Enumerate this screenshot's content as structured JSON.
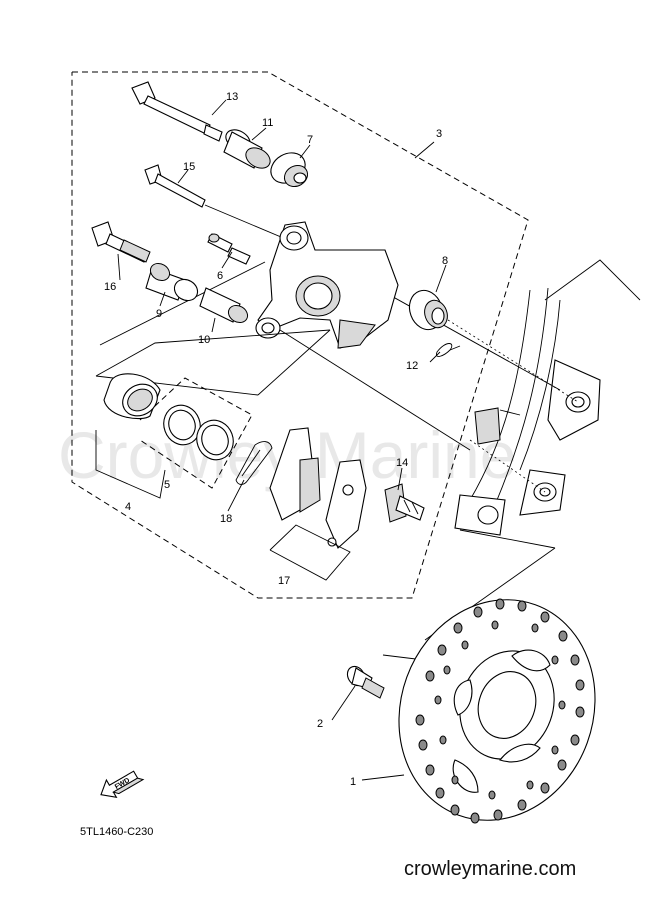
{
  "watermark": "Crowley Marine",
  "diagram_code": "5TL1460-C230",
  "site": "crowleymarine.com",
  "fwd_label": "FWD",
  "callouts": {
    "c1": "1",
    "c2": "2",
    "c3": "3",
    "c4": "4",
    "c5": "5",
    "c6": "6",
    "c7": "7",
    "c8": "8",
    "c9": "9",
    "c10": "10",
    "c11": "11",
    "c12": "12",
    "c13": "13",
    "c14": "14",
    "c15": "15",
    "c16": "16",
    "c17": "17",
    "c18": "18"
  },
  "icons": {
    "fwd": "fwd-arrow-icon"
  }
}
